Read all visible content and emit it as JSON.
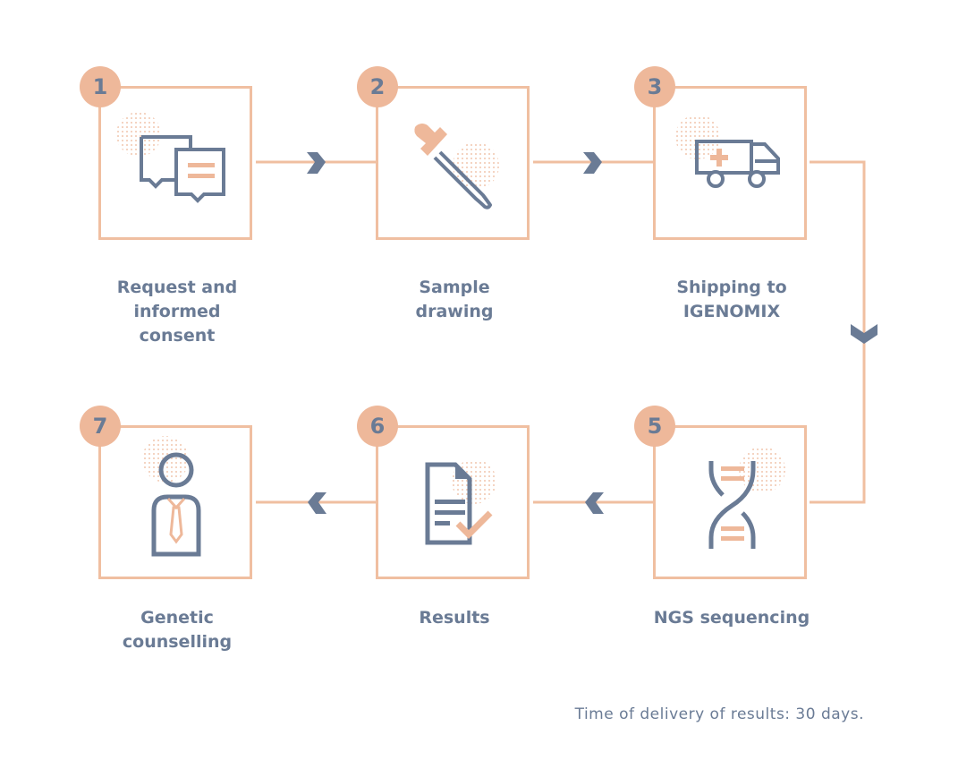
{
  "colors": {
    "accent": "#eeb89a",
    "line": "#f0bfa1",
    "primary": "#6a7b95"
  },
  "steps": [
    {
      "number": "1",
      "label_lines": [
        "Request and",
        "informed",
        "consent"
      ],
      "icon": "chat-bubbles-icon"
    },
    {
      "number": "2",
      "label_lines": [
        "Sample",
        "drawing"
      ],
      "icon": "dropper-icon"
    },
    {
      "number": "3",
      "label_lines": [
        "Shipping to",
        "IGENOMIX"
      ],
      "icon": "ambulance-truck-icon"
    },
    {
      "number": "5",
      "label_lines": [
        "NGS sequencing"
      ],
      "icon": "dna-icon"
    },
    {
      "number": "6",
      "label_lines": [
        "Results"
      ],
      "icon": "document-check-icon"
    },
    {
      "number": "7",
      "label_lines": [
        "Genetic",
        "counselling"
      ],
      "icon": "person-tie-icon"
    }
  ],
  "footer": {
    "note": "Time of delivery of results: 30 days."
  }
}
